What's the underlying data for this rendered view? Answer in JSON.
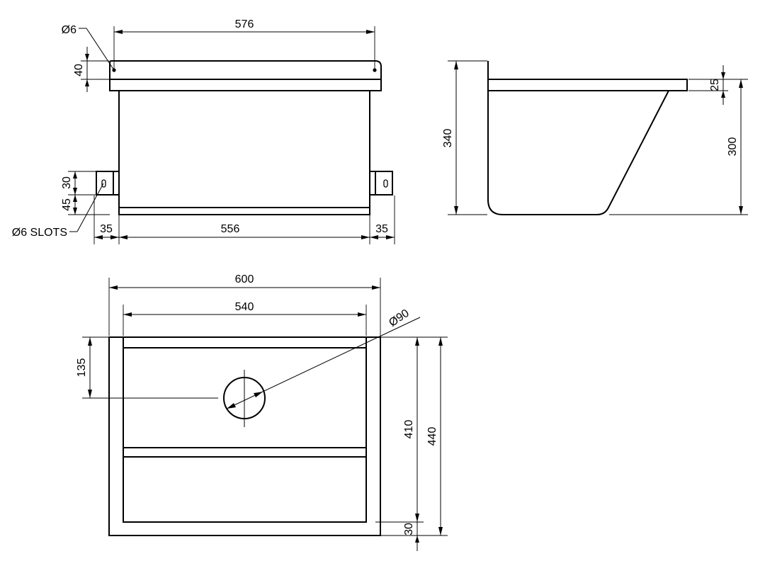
{
  "drawing": {
    "front_view": {
      "top_width": "576",
      "hole_callout": "Ø6",
      "flange_height": "40",
      "bracket_upper": "30",
      "bracket_lower": "45",
      "slot_callout": "Ø6 SLOTS",
      "left_offset": "35",
      "bottom_width": "556",
      "right_offset": "35"
    },
    "side_view": {
      "total_height": "340",
      "lip_thickness": "25",
      "body_height": "300"
    },
    "plan_view": {
      "outer_width": "600",
      "inner_width": "540",
      "drain_diameter": "Ø90",
      "drain_offset": "135",
      "inner_depth": "410",
      "outer_depth": "440",
      "bottom_margin": "30"
    }
  }
}
